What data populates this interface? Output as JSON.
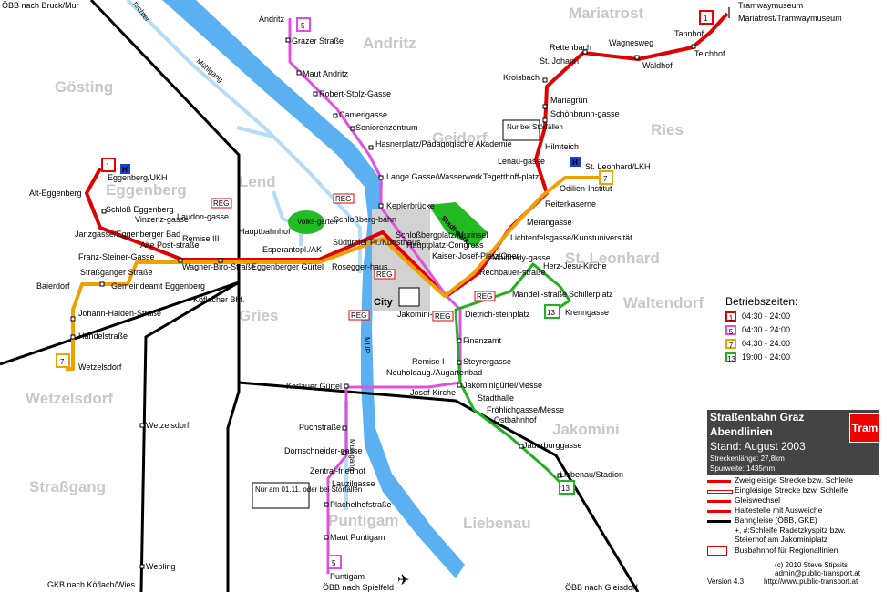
{
  "districts": [
    "Mariatrost",
    "Andritz",
    "Gösting",
    "Geidorf",
    "Ries",
    "Eggenberg",
    "Lend",
    "St. Leonhard",
    "Waltendorf",
    "Gries",
    "Wetzelsdorf",
    "Jakomini",
    "Straßgang",
    "Puntigam",
    "Liebenau"
  ],
  "rivers": [
    "Mur",
    "Mühlgang",
    "rechter",
    "Mühlgang",
    "MUR"
  ],
  "rail_labels": [
    "ÖBB nach Bruck/Mur",
    "ÖBB nach Gleisdorf",
    "GKB nach Köflach/Wies",
    "ÖBB nach Spielfeld"
  ],
  "stations": {
    "tram1": [
      "Tramwaymuseum",
      "Mariatrost/Tramwaymuseum",
      "Tannhof",
      "Teichhof",
      "Waldhof",
      "Wagnesweg",
      "Rettenbach",
      "St. Johann",
      "Kroisbach",
      "Mariagrün",
      "Schönbrunn-gasse",
      "Hilmteich",
      "Lenau-gasse",
      "Tegetthoff-platz",
      "Odilien-Institut",
      "Reiterkaserne",
      "Merangasse",
      "Lichtenfelsgasse/Kunstuniversität",
      "Maiffredy-gasse",
      "Dietrich-steinplatz",
      "Jakomini-platz"
    ],
    "andritz": [
      "Andritz",
      "Grazer Straße",
      "Maut Andritz",
      "Robert-Stolz-Gasse",
      "Camerigasse",
      "Seniorenzentrum",
      "Hasnerplatz/Pädagogische Akademie",
      "Lange Gasse/Wasserwerk",
      "Keplerbrücke",
      "Schloßberg-bahn",
      "Schloßbergplatz/Murinsel",
      "Hauptplatz-Congress",
      "Kaiser-Josef-Platz/Oper"
    ],
    "west": [
      "Eggenberg/UKH",
      "Alt-Eggenberg",
      "Schloß Eggenberg",
      "Vinzenz-gasse",
      "Laudon-gasse",
      "Janzgasse/Eggenberger Bad",
      "Remise III",
      "Alte Post-straße",
      "Hauptbahnhof",
      "Esperantopl./AK",
      "Südtiroler Pl./Kunsthaus",
      "Eggenberger Gürtel",
      "Rosegger-haus",
      "Wagner-Biro-Straße",
      "Franz-Steiner-Gasse",
      "Straßganger Straße",
      "Baierdorf",
      "Gemeindeamt Eggenberg",
      "Johann-Haiden-Straße",
      "Handelstraße",
      "Wetzelsdorf",
      "Köflacher Bhf.",
      "Wetzelsdorf",
      "Webling"
    ],
    "east": [
      "St. Leonhard/LKH",
      "Rechbauer-straße",
      "Herz-Jesu-Kirche",
      "Mandell-straße",
      "Schillerplatz",
      "Krenngasse"
    ],
    "south": [
      "Finanzamt",
      "Steyrergasse",
      "Remise I",
      "Neuholdaug./Augartenbad",
      "Jakominigürtel/Messe",
      "Josef-Kirche",
      "Stadthalle",
      "Fröhlichgasse/Messe",
      "Ostbahnhof",
      "Jauerburggasse",
      "Liebenau/Stadion",
      "Karlauer Gürtel",
      "Puchstraße",
      "Dornschneider-gasse",
      "Zentral-friedhof",
      "Lauzilgasse",
      "Plachelhofstraße",
      "Maut Puntigam",
      "Puntigam",
      "ÖBB nach Spielfeld"
    ]
  },
  "boxes": {
    "nur_stoer": "Nur bei Störfällen",
    "nur_0111": "Nur am 01.11. oder bei Störfällen",
    "stadtpark": "Stadt-park",
    "volks": "Volks-garten",
    "city": "City",
    "reg": "REG",
    "h": "H"
  },
  "line_badges": [
    "1",
    "5",
    "7",
    "13",
    "7",
    "1",
    "5",
    "13"
  ],
  "hours": {
    "title": "Betriebszeiten:",
    "rows": [
      {
        "line": "1",
        "color": "#e00000",
        "text": "04:30 - 24:00"
      },
      {
        "line": "5",
        "color": "#e050e0",
        "text": "04:30 - 24:00"
      },
      {
        "line": "7",
        "color": "#f0a000",
        "text": "04:30 - 24:00"
      },
      {
        "line": "13",
        "color": "#20b020",
        "text": "19:00 - 24:00"
      }
    ]
  },
  "legend": {
    "title": "Straßenbahn Graz",
    "sub": "Abendlinien",
    "stand": "Stand: August 2003",
    "len": "Streckenlänge: 27,8km",
    "spur": "Spurweite: 1435mm",
    "badge": "Tram",
    "items": [
      "Zweigleisige Strecke bzw. Schleife",
      "Eingleisige Strecke bzw. Schleife",
      "Gleiswechsel",
      "Haltestelle mit Ausweiche",
      "Bahngleise (ÖBB, GKE)",
      "+, #:Schleife Radetzkyspitz bzw. Steierhof am Jakominiplatz",
      "Busbahnhof für Regionallinien"
    ]
  },
  "footer": {
    "copy": "(c) 2010 Steve Stipsits",
    "mail": "admin@public-transport.at",
    "url": "http://www.public-transport.at",
    "version": "Version 4.3"
  },
  "colors": {
    "red": "#e00000",
    "pink": "#e050e0",
    "orange": "#f0a000",
    "green": "#20b020",
    "river": "#5ab0f0",
    "light": "#b6dcf6",
    "rail": "#000000",
    "park": "#22bb22",
    "city": "#d0d0d0"
  }
}
